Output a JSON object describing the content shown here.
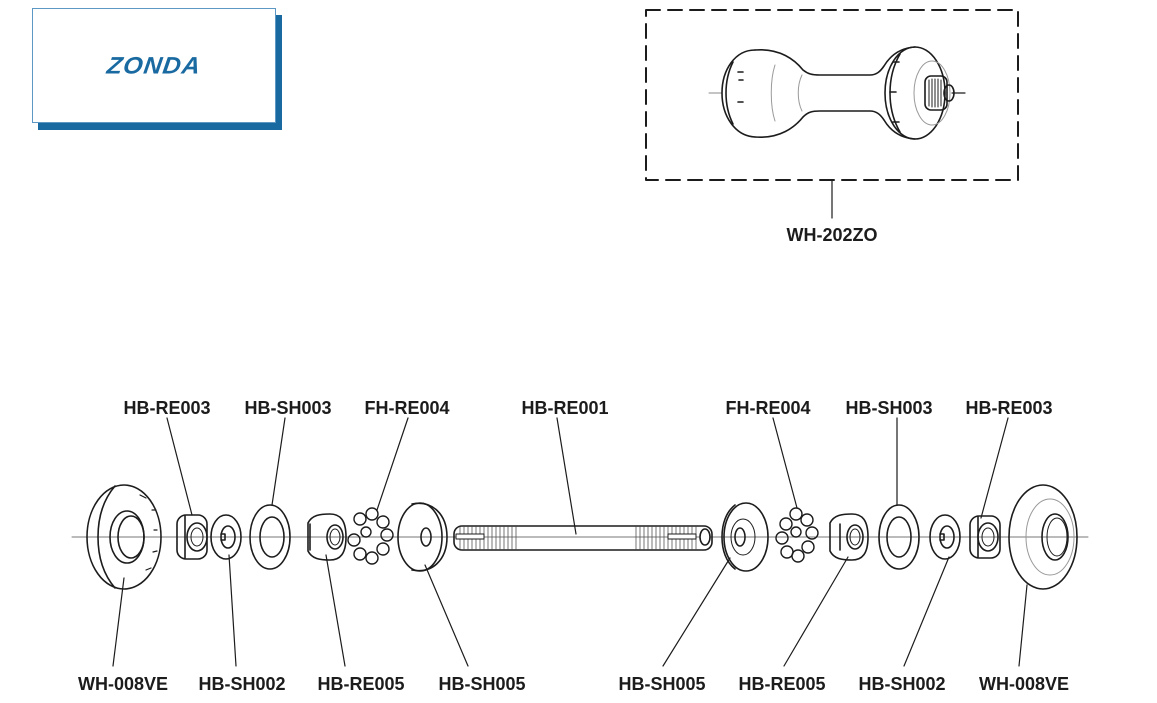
{
  "logo": {
    "brand": "ZONDA",
    "accent_color": "#1a6aa2"
  },
  "assembly": {
    "hub_body_label": "WH-202ZO"
  },
  "parts_top": [
    {
      "id": "left-locknut",
      "label": "HB-RE003"
    },
    {
      "id": "left-washer-large",
      "label": "HB-SH003"
    },
    {
      "id": "left-bearing-balls",
      "label": "FH-RE004"
    },
    {
      "id": "axle",
      "label": "HB-RE001"
    },
    {
      "id": "right-bearing-balls",
      "label": "FH-RE004"
    },
    {
      "id": "right-washer-large",
      "label": "HB-SH003"
    },
    {
      "id": "right-locknut",
      "label": "HB-RE003"
    }
  ],
  "parts_bottom": [
    {
      "id": "left-dust-cap",
      "label": "WH-008VE"
    },
    {
      "id": "left-keyed-washer",
      "label": "HB-SH002"
    },
    {
      "id": "left-cone",
      "label": "HB-RE005"
    },
    {
      "id": "left-bearing-cup",
      "label": "HB-SH005"
    },
    {
      "id": "right-bearing-cup",
      "label": "HB-SH005"
    },
    {
      "id": "right-cone",
      "label": "HB-RE005"
    },
    {
      "id": "right-keyed-washer",
      "label": "HB-SH002"
    },
    {
      "id": "right-dust-cap",
      "label": "WH-008VE"
    }
  ]
}
